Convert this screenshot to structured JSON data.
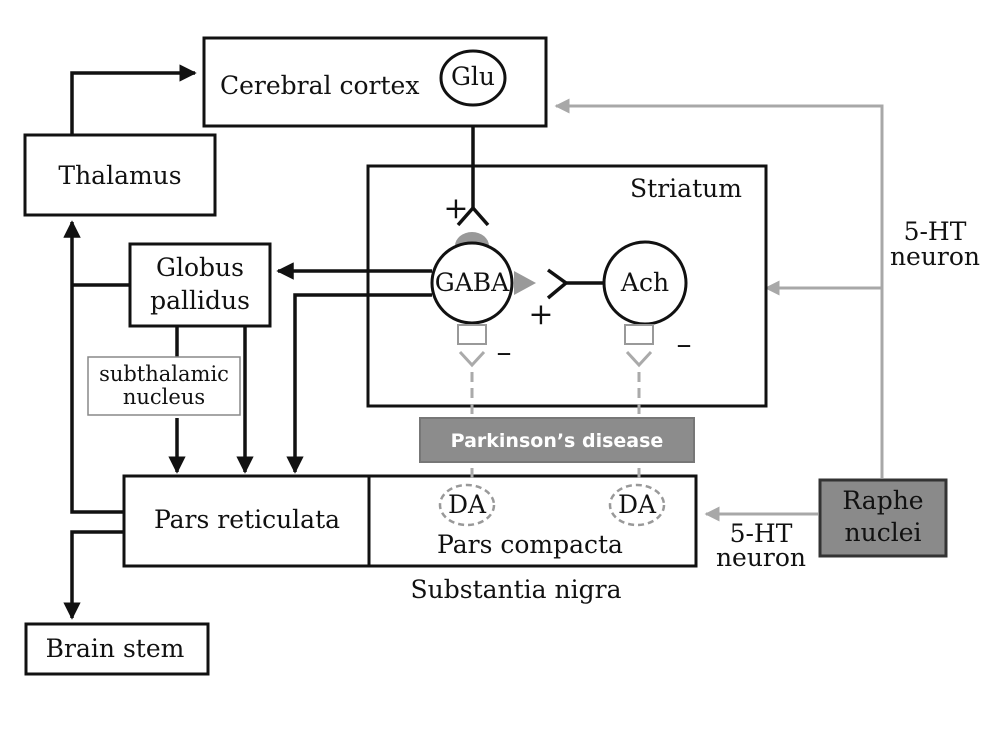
{
  "diagram": {
    "nodes": {
      "cortex": "Cerebral cortex",
      "glu": "Glu",
      "thalamus": "Thalamus",
      "striatum": "Striatum",
      "globus_line1": "Globus",
      "globus_line2": "pallidus",
      "subthalamic_line1": "subthalamic",
      "subthalamic_line2": "nucleus",
      "gaba": "GABA",
      "ach": "Ach",
      "parkinsons": "Parkinson’s disease",
      "da_left": "DA",
      "da_right": "DA",
      "pars_reticulata": "Pars reticulata",
      "pars_compacta": "Pars compacta",
      "substantia_nigra": "Substantia nigra",
      "brain_stem": "Brain stem",
      "raphe_line1": "Raphe",
      "raphe_line2": "nuclei"
    },
    "labels": {
      "ht_top_line1": "5-HT",
      "ht_top_line2": "neuron",
      "ht_bottom_line1": "5-HT",
      "ht_bottom_line2": "neuron",
      "plus_glu": "+",
      "plus_ach": "+",
      "minus_gaba": "–",
      "minus_ach": "–"
    },
    "colors": {
      "ink": "#111111",
      "serotonin_path": "#a8a8a8",
      "parkinsons_box": "#8c8c8c",
      "raphe_box": "#8a8a8a",
      "dopamine_dashed": "#aaaaaa"
    }
  }
}
